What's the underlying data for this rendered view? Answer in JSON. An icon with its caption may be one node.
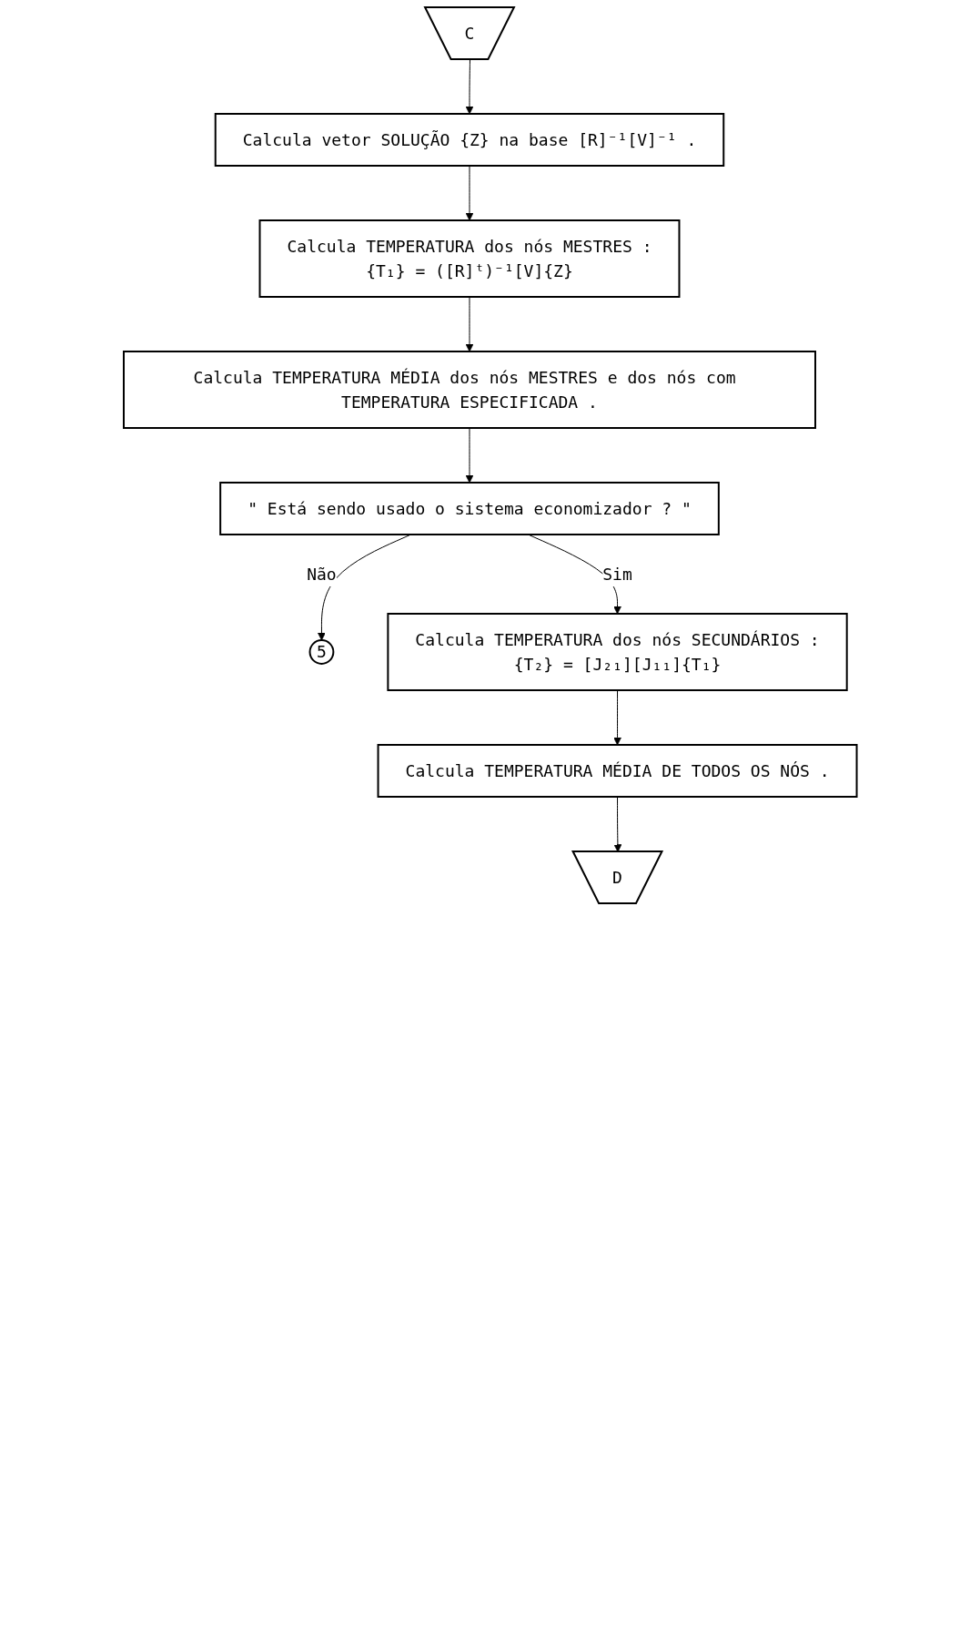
{
  "diagram": {
    "nodes": [
      {
        "text": [
          "C"
        ]
      },
      {
        "text": [
          "Calcula vetor SOLUÇÃO {Z} na base [R]⁻¹[V]⁻¹ ."
        ]
      },
      {
        "text": [
          "Calcula TEMPERATURA dos nós MESTRES :",
          "{T₁} = ([R]ᵗ)⁻¹[V]{Z}"
        ]
      },
      {
        "text": [
          "Calcula TEMPERATURA MÉDIA dos nós MESTRES e dos nós com TEMPERATURA ESPECIFICADA ."
        ]
      },
      {
        "text": [
          "\" Está sendo usado o sistema economizador ? \""
        ]
      },
      {
        "text": [
          "5"
        ]
      },
      {
        "text": [
          "Calcula TEMPERATURA dos nós SECUNDÁRIOS :",
          "{T₂} = [J₂₁][J₁₁]{T₁}"
        ]
      },
      {
        "text": [
          "Calcula TEMPERATURA MÉDIA DE TODOS OS NÓS ."
        ]
      },
      {
        "text": [
          "D"
        ]
      }
    ],
    "edges": [
      {
        "from": 0,
        "to": 1,
        "arrow": "to"
      },
      {
        "from": 1,
        "to": 2,
        "arrow": "to"
      },
      {
        "from": 2,
        "to": 3,
        "arrow": "to"
      },
      {
        "from": 3,
        "to": 4,
        "arrow": "to"
      },
      {
        "from": 4,
        "to": 6,
        "arrow": "to",
        "label": "Sim"
      },
      {
        "from": 4,
        "to": 5,
        "arrow": "to",
        "label": "Não"
      },
      {
        "from": 6,
        "to": 7,
        "arrow": "to"
      },
      {
        "from": 7,
        "to": 8,
        "arrow": "to"
      }
    ]
  }
}
